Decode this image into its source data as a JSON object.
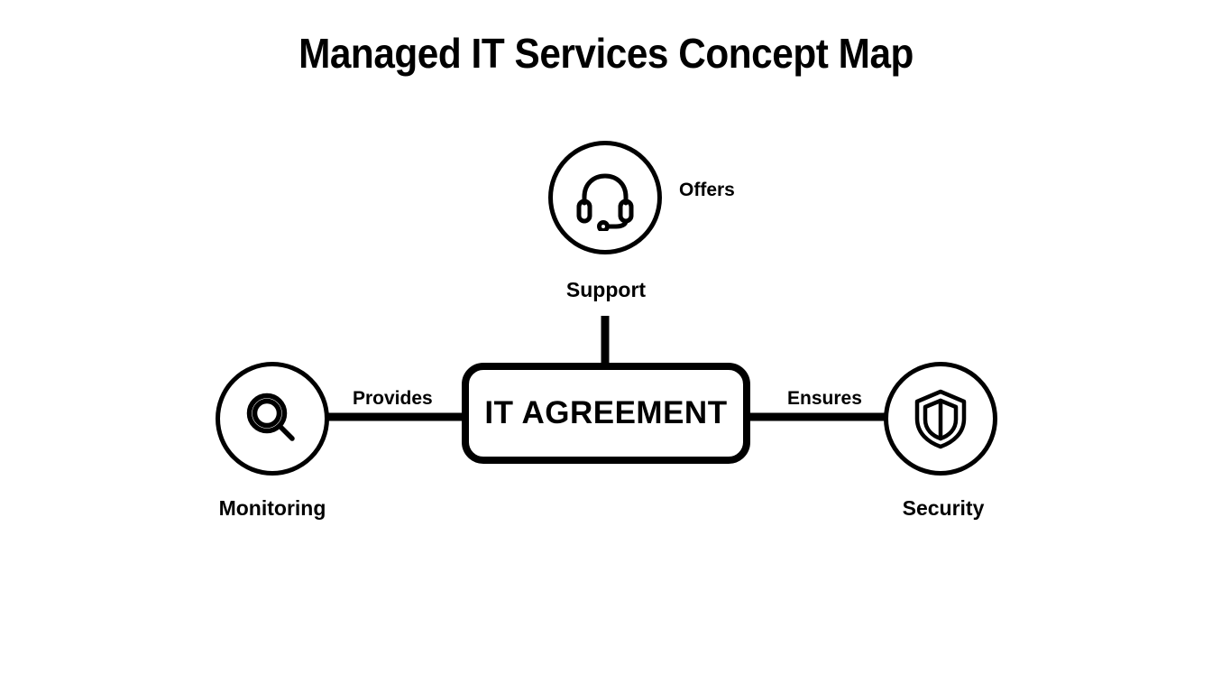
{
  "title": "Managed IT Services Concept Map",
  "colors": {
    "background": "#ffffff",
    "stroke": "#000000",
    "text": "#000000"
  },
  "center_node": {
    "label": "IT AGREEMENT",
    "shape": "rounded-rectangle"
  },
  "nodes": [
    {
      "id": "support",
      "label": "Support",
      "icon": "headset-icon",
      "shape": "circle",
      "position": "top"
    },
    {
      "id": "monitoring",
      "label": "Monitoring",
      "icon": "magnifier-icon",
      "shape": "circle",
      "position": "left"
    },
    {
      "id": "security",
      "label": "Security",
      "icon": "shield-icon",
      "shape": "circle",
      "position": "right"
    }
  ],
  "edges": [
    {
      "id": "offers",
      "label": "Offers",
      "from": "center",
      "to": "support"
    },
    {
      "id": "provides",
      "label": "Provides",
      "from": "monitoring",
      "to": "center"
    },
    {
      "id": "ensures",
      "label": "Ensures",
      "from": "center",
      "to": "security"
    }
  ],
  "chart_data": {
    "type": "diagram",
    "diagram_type": "concept-map",
    "title": "Managed IT Services Concept Map",
    "center": "IT AGREEMENT",
    "nodes": [
      "IT AGREEMENT",
      "Support",
      "Monitoring",
      "Security"
    ],
    "links": [
      {
        "source": "IT AGREEMENT",
        "target": "Support",
        "label": "Offers"
      },
      {
        "source": "Monitoring",
        "target": "IT AGREEMENT",
        "label": "Provides"
      },
      {
        "source": "IT AGREEMENT",
        "target": "Security",
        "label": "Ensures"
      }
    ]
  }
}
